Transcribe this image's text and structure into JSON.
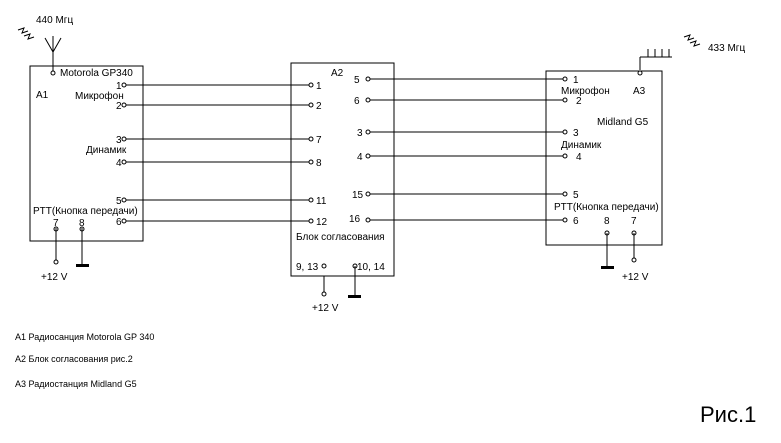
{
  "antenna_left_label": "440 Мгц",
  "antenna_right_label": "433 Мгц",
  "block_a1": {
    "model": "Motorola GP340",
    "ref": "A1",
    "pins": {
      "p1": "1",
      "p2": "2",
      "p3": "3",
      "p4": "4",
      "p5": "5",
      "p6": "6",
      "p7": "7",
      "p8": "8"
    },
    "mic_label": "Микрофон",
    "spk_label": "Динамик",
    "ptt_label": "PTT(Кнопка передачи)",
    "power_label": "+12 V"
  },
  "block_a2": {
    "ref": "A2",
    "name": "Блок согласования",
    "pins": {
      "p1": "1",
      "p2": "2",
      "p7": "7",
      "p8": "8",
      "p11": "11",
      "p12": "12",
      "p5": "5",
      "p6": "6",
      "p3": "3",
      "p4": "4",
      "p15": "15",
      "p16": "16",
      "p913": "9, 13",
      "p1014": "10, 14"
    },
    "power_label": "+12 V"
  },
  "block_a3": {
    "model": "Midland G5",
    "ref": "A3",
    "pins": {
      "p1": "1",
      "p2": "2",
      "p3": "3",
      "p4": "4",
      "p5": "5",
      "p6": "6",
      "p8": "8",
      "p7": "7"
    },
    "mic_label": "Микрофон",
    "spk_label": "Динамик",
    "ptt_label": "PTT(Кнопка передачи)",
    "power_label": "+12 V"
  },
  "legend": [
    "A1 Радиосанция Motorola GP 340",
    "A2 Блок согласования рис.2",
    "A3 Радиостанция Midland G5"
  ],
  "figure_label": "Рис.1"
}
